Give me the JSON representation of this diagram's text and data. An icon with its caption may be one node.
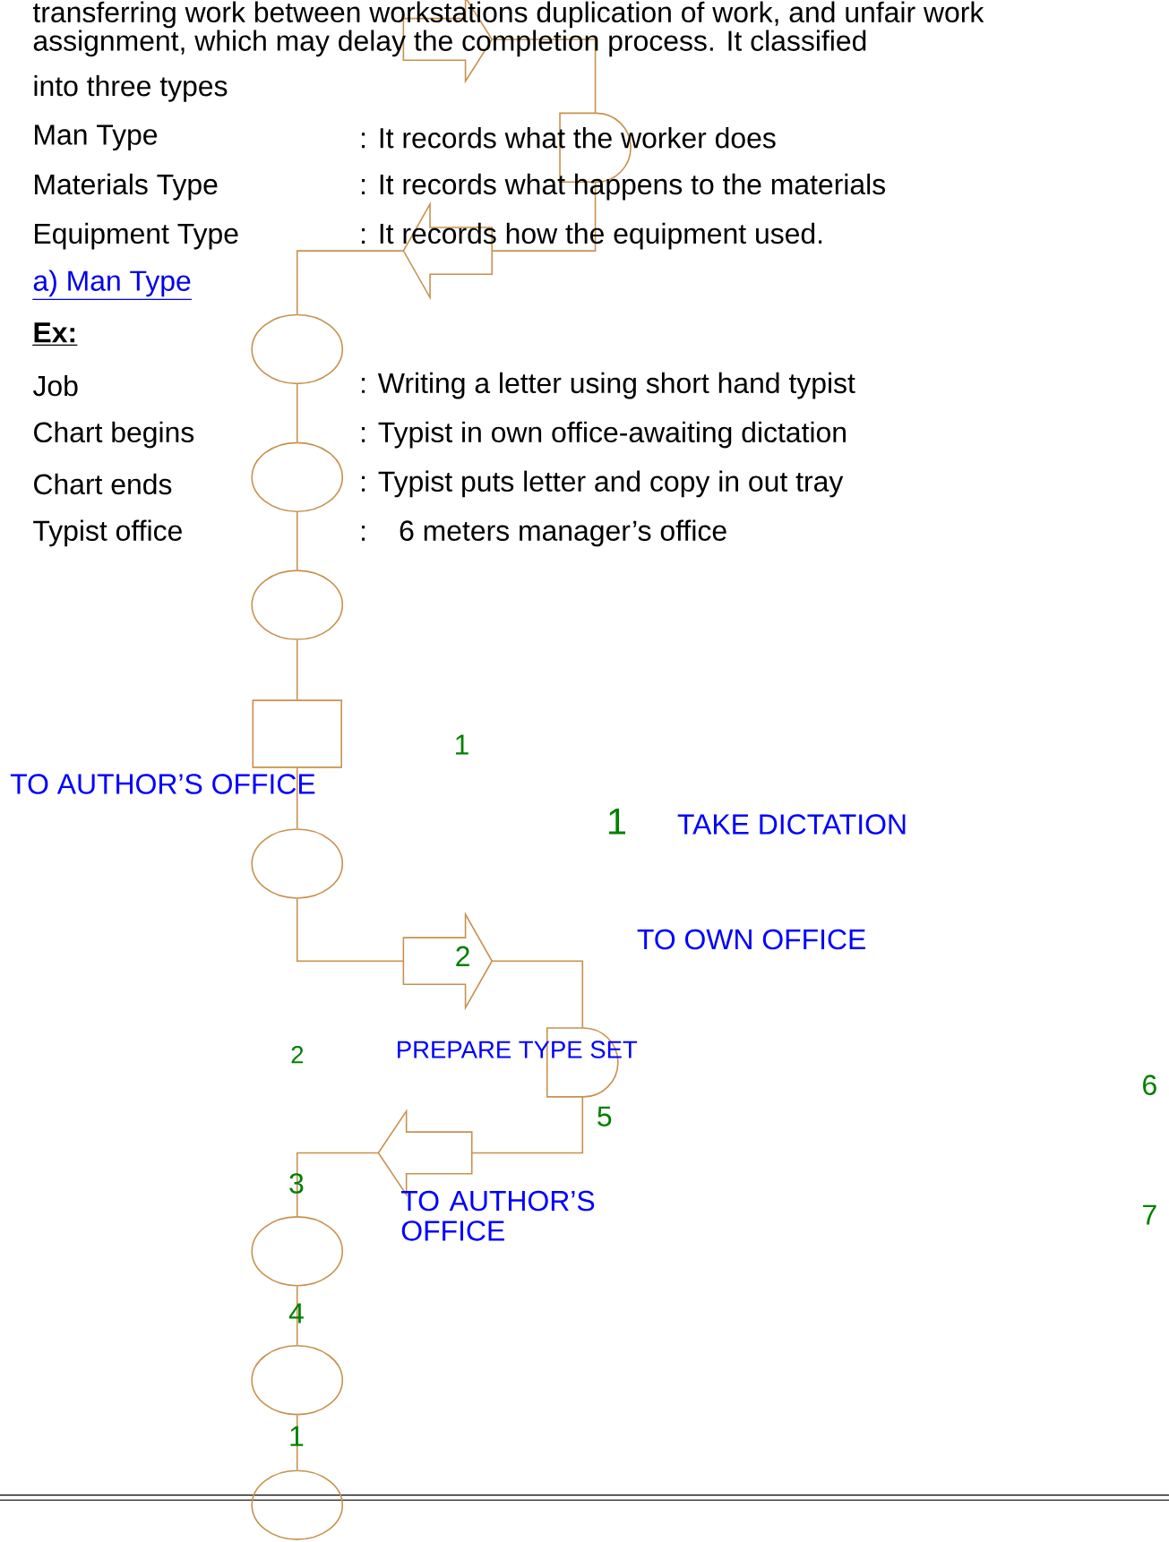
{
  "diagram": {
    "nodes": [
      {
        "text": [],
        "shape": "arrow"
      },
      {
        "text": [],
        "shape": "delay"
      },
      {
        "text": [],
        "shape": "arrow"
      },
      {
        "text": [],
        "shape": "ellipse"
      },
      {
        "text": [],
        "shape": "ellipse"
      },
      {
        "text": [],
        "shape": "ellipse"
      },
      {
        "text": [],
        "shape": "box"
      },
      {
        "text": [],
        "shape": "ellipse"
      },
      {
        "text": [],
        "shape": "arrow"
      },
      {
        "text": [],
        "shape": "delay"
      },
      {
        "text": [],
        "shape": "arrow"
      },
      {
        "text": [],
        "shape": "ellipse"
      },
      {
        "text": [],
        "shape": "ellipse"
      },
      {
        "text": [],
        "shape": "ellipse"
      }
    ],
    "edges": [
      {
        "from": 0,
        "to": 1,
        "arrow": "none"
      },
      {
        "from": 1,
        "to": 2,
        "arrow": "none"
      },
      {
        "from": 2,
        "to": 3,
        "arrow": "none"
      },
      {
        "from": 3,
        "to": 4,
        "arrow": "none"
      },
      {
        "from": 4,
        "to": 5,
        "arrow": "none"
      },
      {
        "from": 5,
        "to": 6,
        "arrow": "none"
      },
      {
        "from": 6,
        "to": 7,
        "arrow": "none"
      },
      {
        "from": 7,
        "to": 8,
        "arrow": "none"
      },
      {
        "from": 8,
        "to": 9,
        "arrow": "none"
      },
      {
        "from": 9,
        "to": 10,
        "arrow": "none"
      },
      {
        "from": 10,
        "to": 11,
        "arrow": "none"
      },
      {
        "from": 11,
        "to": 12,
        "arrow": "none"
      },
      {
        "from": 12,
        "to": 13,
        "arrow": "none"
      }
    ],
    "labels": [
      "transferring work between workstations duplication of work, and unfair work",
      "assignment, which may delay the completion process. It classified",
      "into three types",
      "Man Type",
      ": It records what the worker does",
      "Materials Type",
      ": It records what happens to the materials",
      "Equipment Type",
      ": It records how the equipment used.",
      "a) Man Type",
      "Ex:",
      "Job",
      ": Writing a letter using short hand typist",
      "Chart begins",
      ": Typist in own office-awaiting dictation",
      "Chart ends",
      ": Typist puts letter and copy in out tray",
      "Typist office",
      ":",
      "6 meters manager’s office",
      "1",
      "TO AUTHOR’S OFFICE",
      "1",
      "TAKE DICTATION",
      "2",
      "TO OWN OFFICE",
      "2",
      "PREPARE TYPE SET",
      "6",
      "5",
      "3",
      "TO AUTHOR’S OFFICE",
      "7",
      "4",
      "1"
    ]
  }
}
